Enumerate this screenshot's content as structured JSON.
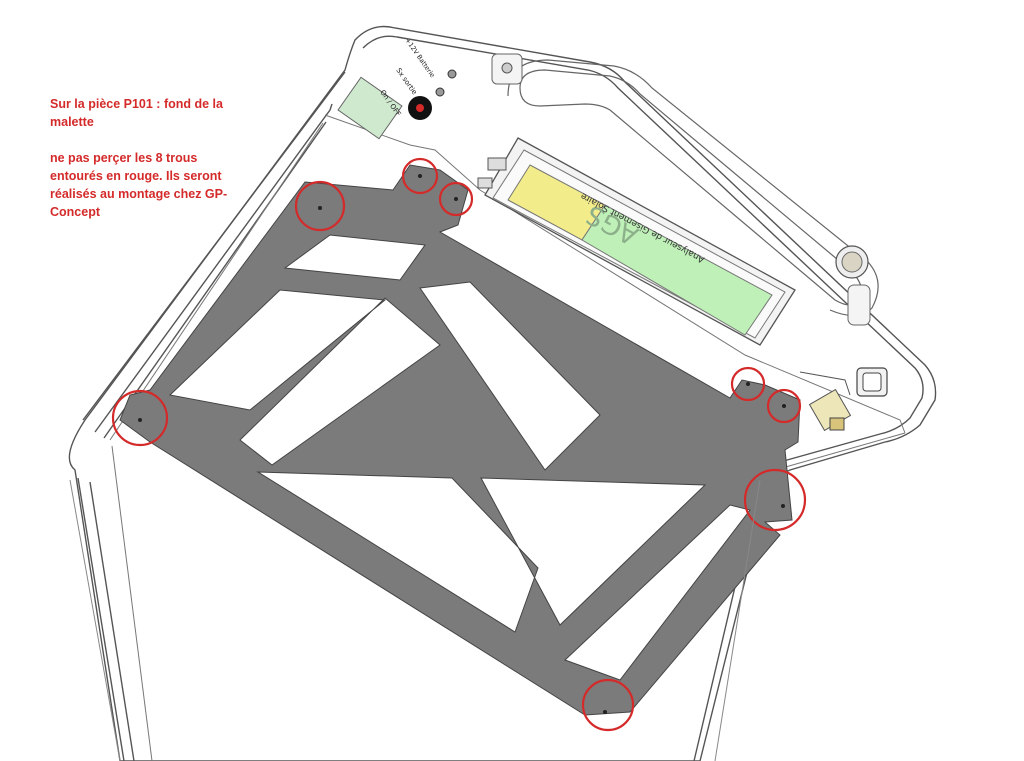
{
  "annotation": {
    "line1": "Sur la pièce P101 : fond de la malette",
    "line2": "ne pas perçer les 8 trous entourés en rouge. Ils seront réalisés au montage chez GP-Concept"
  },
  "device": {
    "brand_text": "AGS",
    "product_text": "Analyseur de Gisement Solaire",
    "switch_text": "On / OFF",
    "port_text": "Sx sortie",
    "power_text": "+12V Batterie"
  },
  "colors": {
    "frame": "#7b7b7b",
    "highlight": "#d42a2a",
    "battery_yellow": "#f2ec8a",
    "board_green": "#bff0b8"
  }
}
